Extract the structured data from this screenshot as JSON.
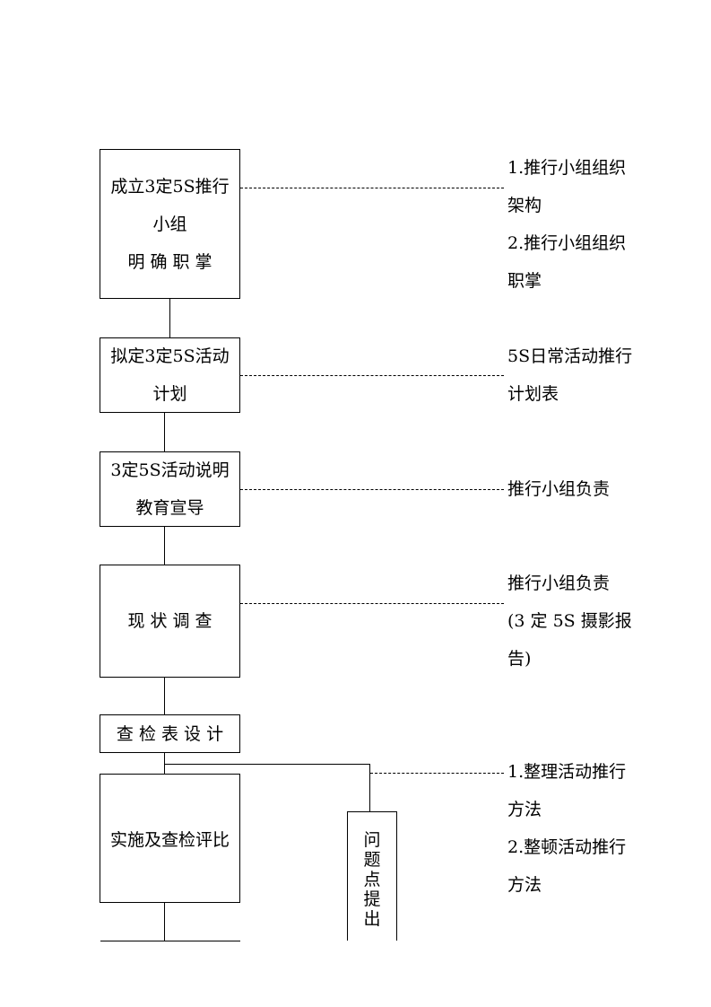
{
  "steps": [
    {
      "lines": [
        "成立3定5S推行",
        "小组",
        "明 确 职 掌"
      ]
    },
    {
      "lines": [
        "拟定3定5S活动",
        "计划"
      ]
    },
    {
      "lines": [
        "3定5S活动说明",
        "教育宣导"
      ]
    },
    {
      "lines": [
        "现 状 调 查"
      ]
    },
    {
      "lines": [
        "查 检 表 设 计"
      ]
    },
    {
      "lines": [
        "实施及查检评比"
      ]
    }
  ],
  "problem_box": {
    "chars": [
      "问",
      "题",
      "点",
      "提",
      "出"
    ]
  },
  "notes": [
    {
      "lines": [
        "1.推行小组组织",
        "架构",
        "2.推行小组组织",
        "职掌"
      ]
    },
    {
      "lines": [
        "5S日常活动推行",
        "计划表"
      ]
    },
    {
      "lines": [
        "推行小组负责"
      ]
    },
    {
      "lines": [
        "推行小组负责",
        "(3 定 5S 摄影报",
        "告)"
      ]
    },
    {
      "lines": [
        "1.整理活动推行",
        "方法",
        "2.整顿活动推行",
        "方法"
      ]
    }
  ]
}
